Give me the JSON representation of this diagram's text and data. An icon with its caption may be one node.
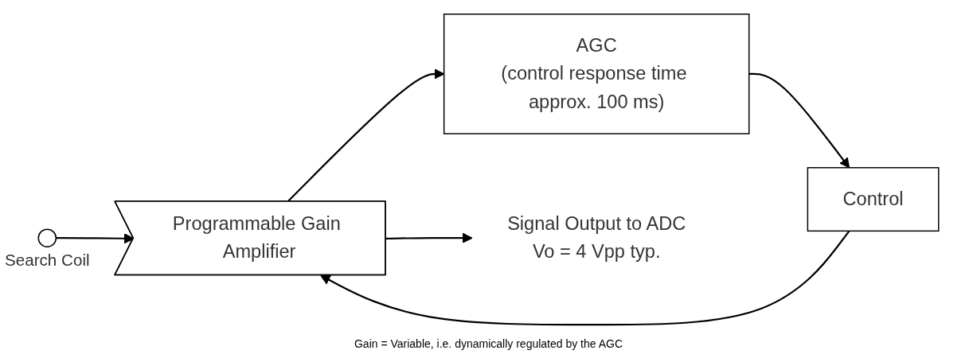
{
  "diagram": {
    "nodes": [
      {
        "text": [],
        "shape": "circle",
        "beside": [
          "Search Coil"
        ]
      },
      {
        "text": [
          "Programmable Gain Amplifier"
        ]
      },
      {
        "text": [
          "Control"
        ]
      },
      {
        "text": [
          "AGC",
          "(control response time approx. 100 ms)"
        ]
      },
      {
        "text": [
          "Signal Output to ADC",
          "Vo = 4 Vpp typ."
        ]
      }
    ],
    "edges": [
      {
        "from": 0,
        "to": 1,
        "arrow": "to"
      },
      {
        "from": 1,
        "to": 4,
        "arrow": "to"
      },
      {
        "from": 1,
        "to": 3,
        "arrow": "to"
      },
      {
        "from": 3,
        "to": 2,
        "arrow": "to"
      },
      {
        "from": 2,
        "to": 1,
        "arrow": "to"
      }
    ],
    "labels": [
      "Gain = Variable, i.e. dynamically regulated by the AGC"
    ]
  }
}
